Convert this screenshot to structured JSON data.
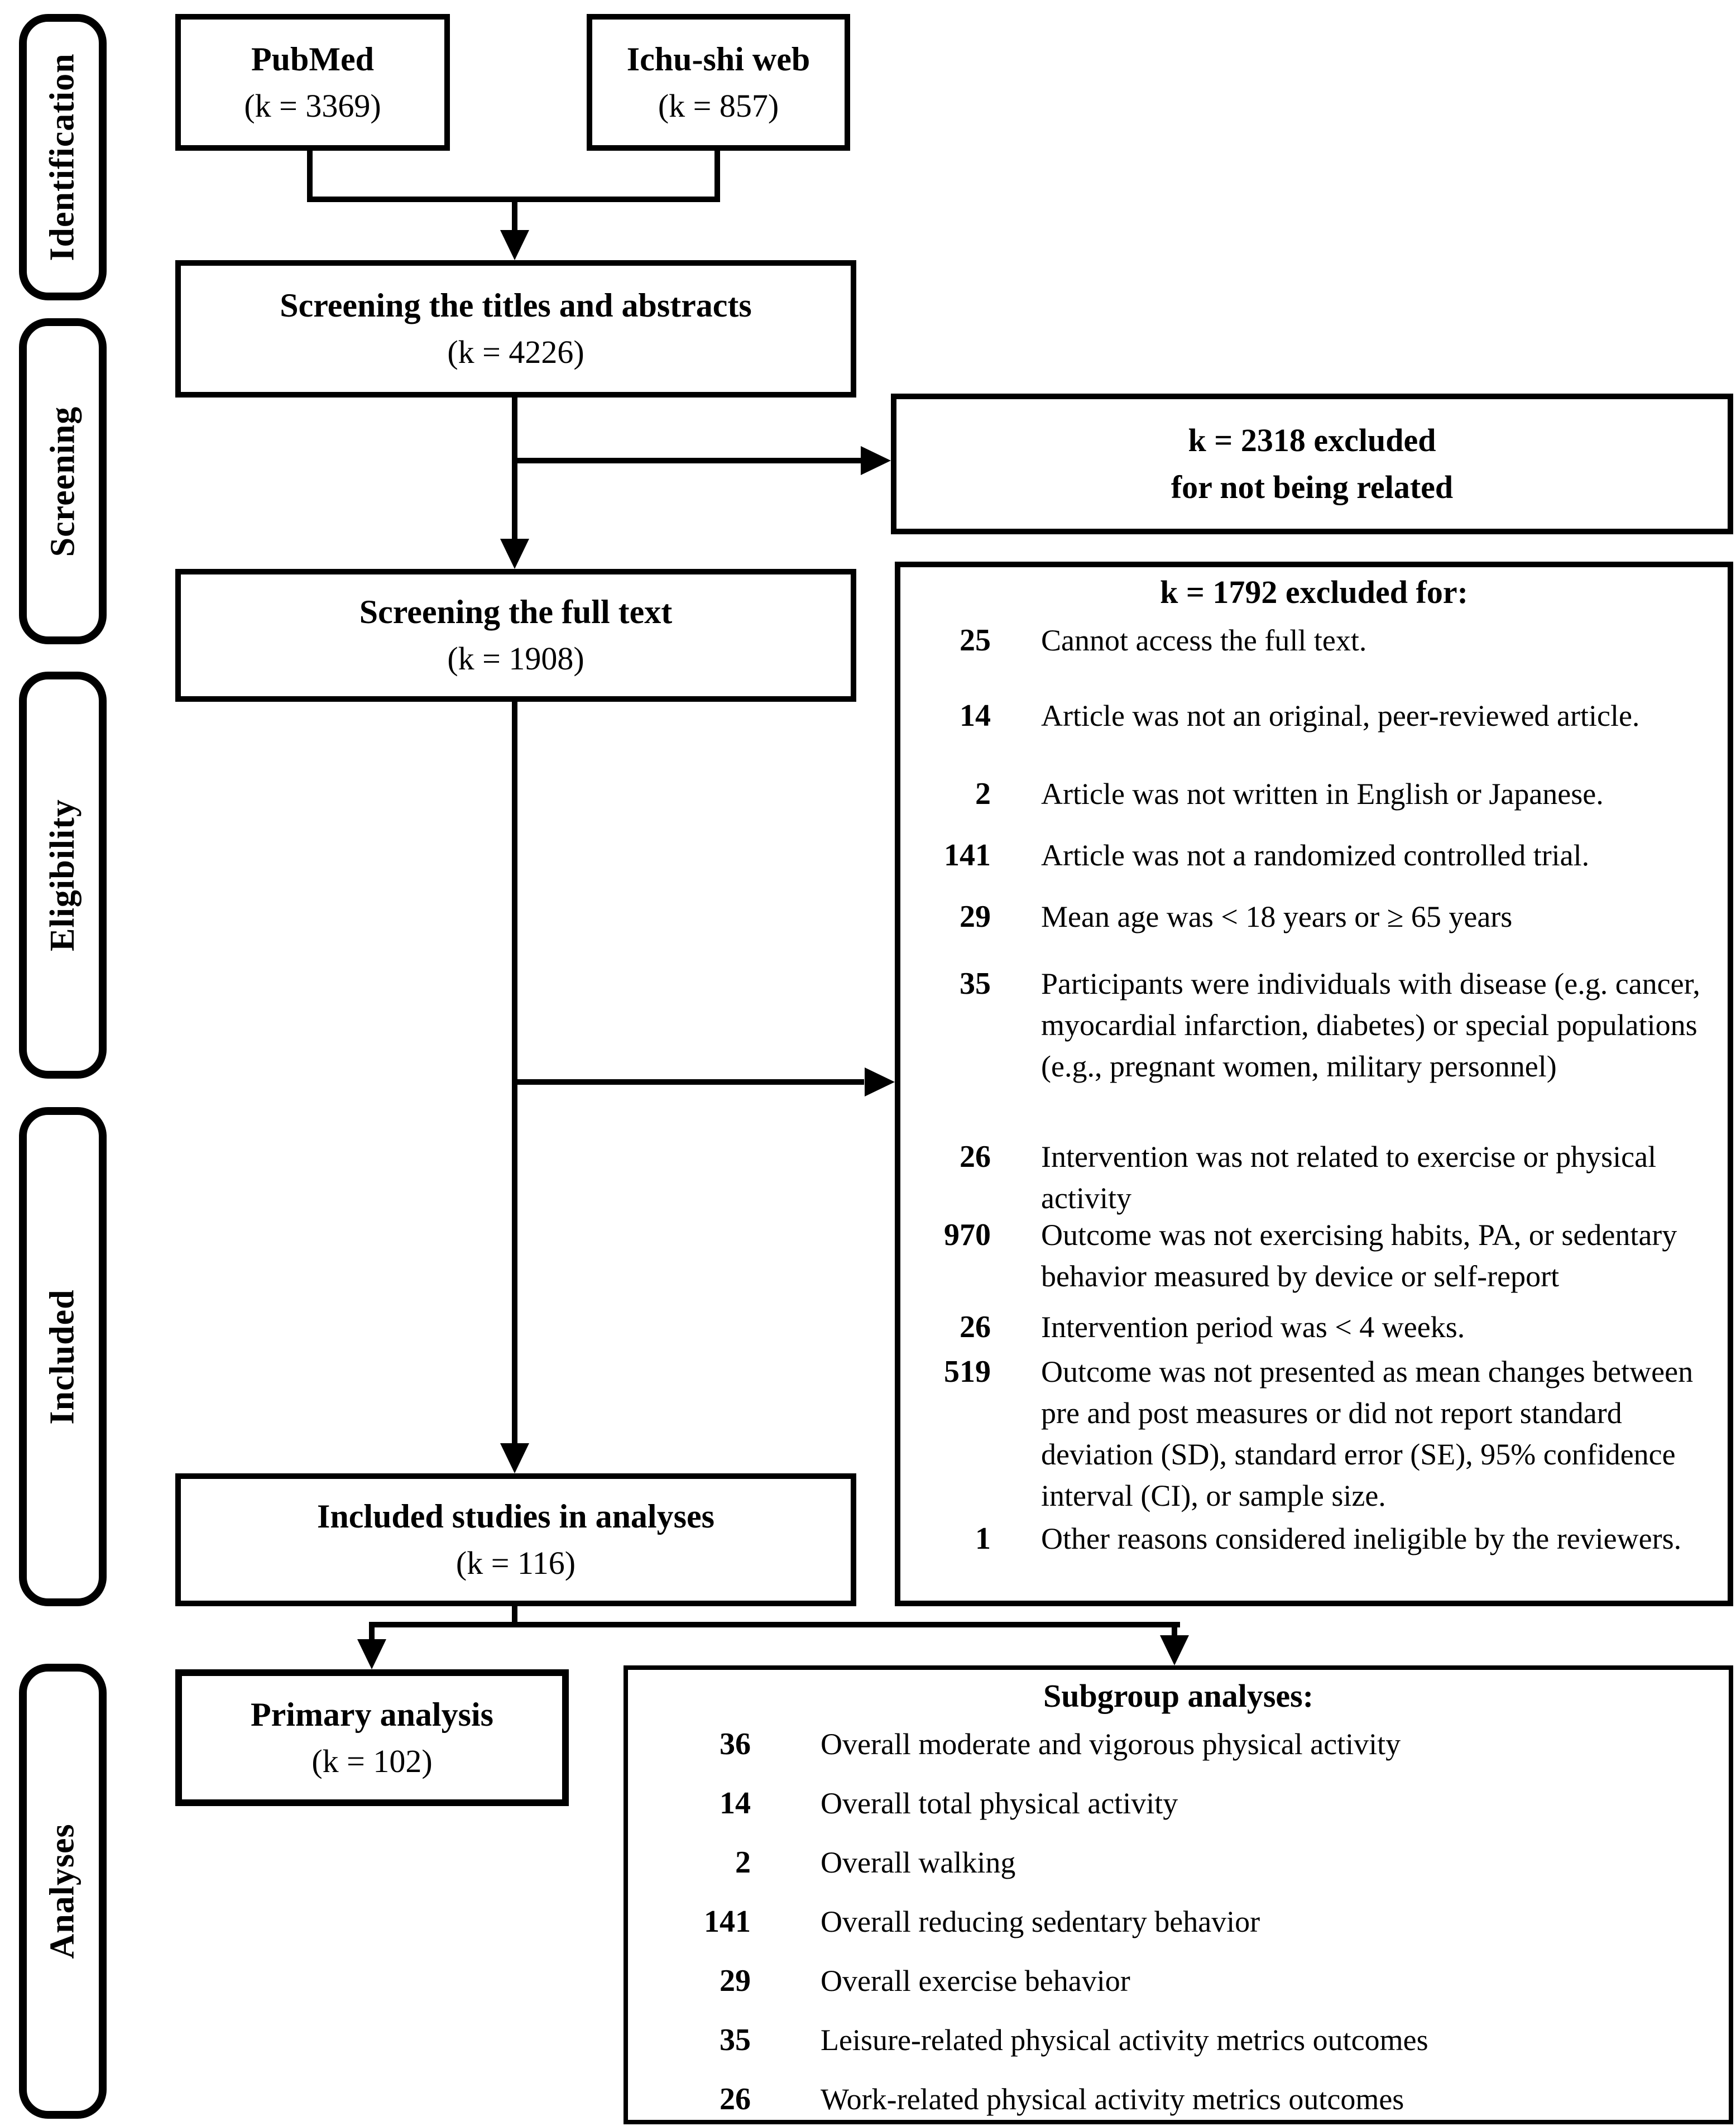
{
  "page": {
    "background": "#ffffff",
    "line_color": "#000000"
  },
  "stages": [
    {
      "label": "Identification"
    },
    {
      "label": "Screening"
    },
    {
      "label": "Eligibility"
    },
    {
      "label": "Included"
    },
    {
      "label": "Analyses"
    }
  ],
  "sources": {
    "pubmed": {
      "title": "PubMed",
      "count": "(k = 3369)"
    },
    "ichushi": {
      "title": "Ichu-shi web",
      "count": "(k = 857)"
    }
  },
  "screening_titles": {
    "title": "Screening the titles and abstracts",
    "count": "(k = 4226)"
  },
  "excluded_titles": {
    "line1": "k = 2318 excluded",
    "line2": "for not being related"
  },
  "screening_fulltext": {
    "title": "Screening the full text",
    "count": "(k = 1908)"
  },
  "excluded_fulltext": {
    "header": "k = 1792 excluded for:",
    "items": [
      {
        "count": "25",
        "reason": "Cannot access the full text."
      },
      {
        "count": "14",
        "reason": "Article was not an original, peer-reviewed article."
      },
      {
        "count": "2",
        "reason": "Article was not written in English or Japanese."
      },
      {
        "count": "141",
        "reason": "Article was not a randomized controlled trial."
      },
      {
        "count": "29",
        "reason": "Mean age was < 18 years or ≥ 65 years"
      },
      {
        "count": "35",
        "reason": "Participants were individuals with disease (e.g. cancer, myocardial infarction, diabetes) or special populations (e.g., pregnant women, military personnel)"
      },
      {
        "count": "26",
        "reason": "Intervention was not related to exercise or physical activity"
      },
      {
        "count": "970",
        "reason": "Outcome was not exercising habits, PA, or sedentary behavior measured by device or self-report"
      },
      {
        "count": "26",
        "reason": "Intervention period was < 4 weeks."
      },
      {
        "count": "519",
        "reason": "Outcome was not presented as mean changes between pre and post measures or did not report standard deviation (SD), standard error (SE), 95% confidence interval (CI), or sample size."
      },
      {
        "count": "1",
        "reason": "Other reasons considered ineligible by the reviewers."
      }
    ]
  },
  "included": {
    "title": "Included studies in analyses",
    "count": "(k = 116)"
  },
  "primary": {
    "title": "Primary analysis",
    "count": "(k = 102)"
  },
  "subgroup": {
    "header": "Subgroup analyses:",
    "items": [
      {
        "count": "36",
        "label": "Overall moderate and vigorous physical activity"
      },
      {
        "count": "14",
        "label": "Overall total physical activity"
      },
      {
        "count": "2",
        "label": "Overall walking"
      },
      {
        "count": "141",
        "label": "Overall reducing sedentary behavior"
      },
      {
        "count": "29",
        "label": "Overall exercise behavior"
      },
      {
        "count": "35",
        "label": "Leisure-related physical activity metrics outcomes"
      },
      {
        "count": "26",
        "label": "Work-related physical activity metrics outcomes"
      }
    ]
  }
}
